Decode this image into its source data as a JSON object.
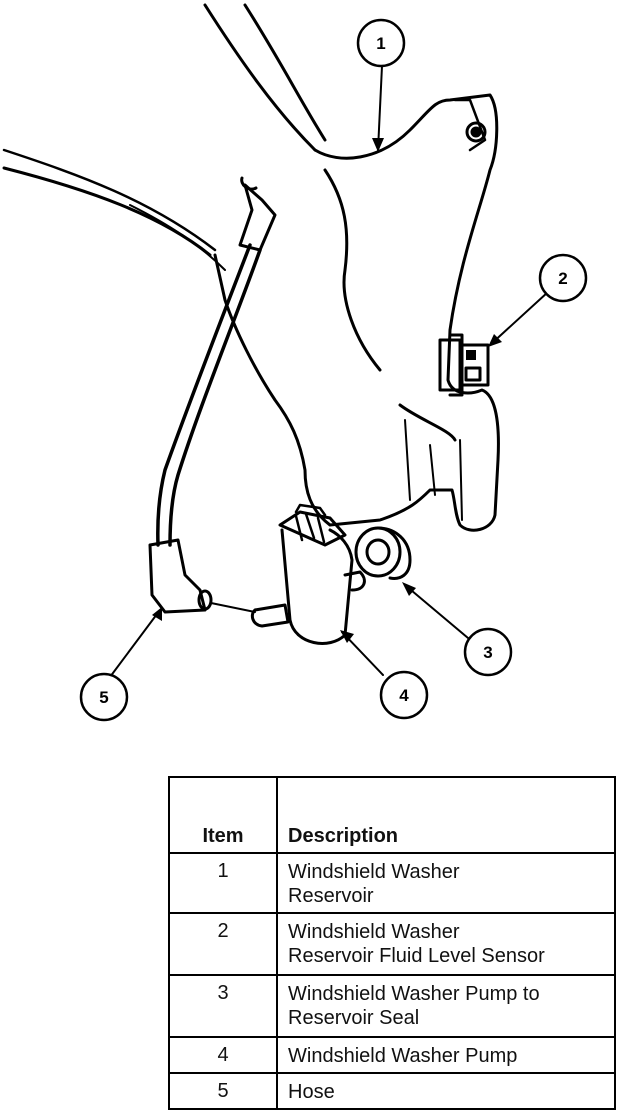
{
  "callouts": [
    "1",
    "2",
    "3",
    "4",
    "5"
  ],
  "legend": {
    "header_item": "Item",
    "header_description": "Description",
    "rows": [
      {
        "item": "1",
        "line1": "Windshield Washer",
        "line2": "Reservoir"
      },
      {
        "item": "2",
        "line1": "Windshield Washer",
        "line2": "Reservoir Fluid Level Sensor"
      },
      {
        "item": "3",
        "line1": "Windshield Washer Pump to",
        "line2": "Reservoir Seal"
      },
      {
        "item": "4",
        "line1": "Windshield Washer Pump",
        "line2": ""
      },
      {
        "item": "5",
        "line1": "Hose",
        "line2": ""
      }
    ]
  }
}
